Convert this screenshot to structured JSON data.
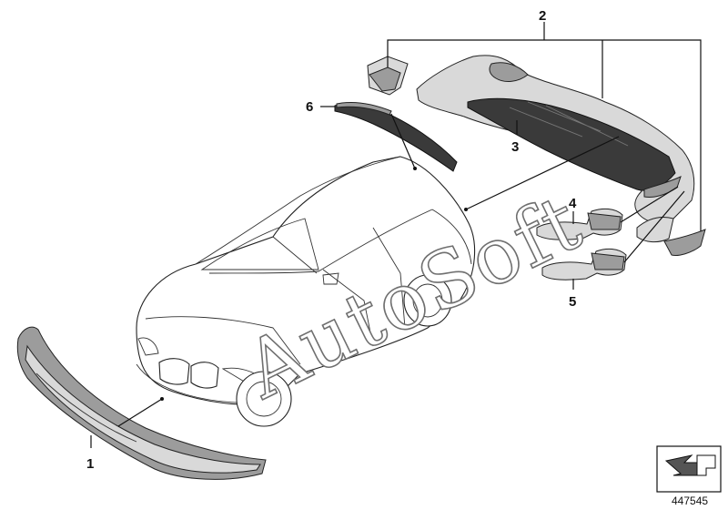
{
  "callouts": [
    "1",
    "2",
    "3",
    "4",
    "5",
    "6"
  ],
  "watermark": "AutoSoft",
  "diagram_id": "447545",
  "icons": [
    "exploded-view-arrow-icon"
  ]
}
